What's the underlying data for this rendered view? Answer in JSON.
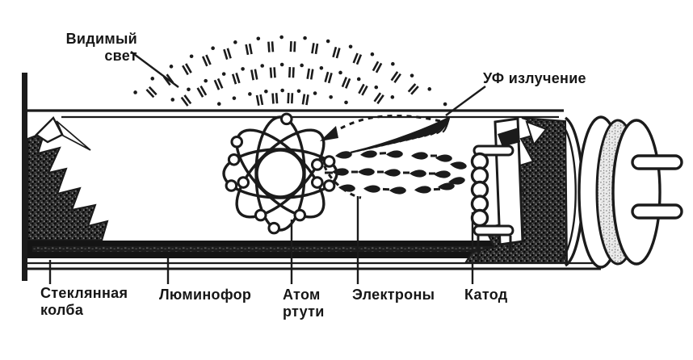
{
  "labels": {
    "visible_light": "Видимый свет",
    "uv_radiation": "УФ излучение",
    "glass_bulb": "Стеклянная колба",
    "phosphor": "Люминофор",
    "mercury_atom": "Атом ртути",
    "electrons": "Электроны",
    "cathode": "Катод"
  },
  "colors": {
    "ink": "#1b1b1b",
    "paper": "#ffffff"
  }
}
